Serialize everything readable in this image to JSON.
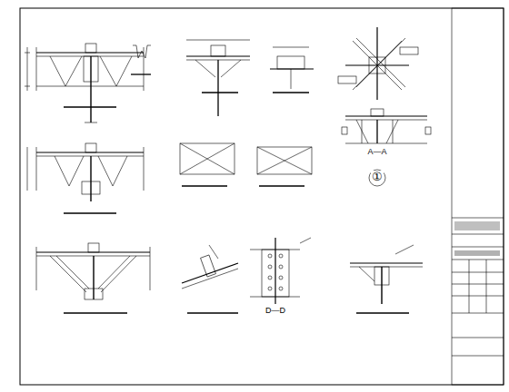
{
  "diagram": {
    "labels": [
      "A—A",
      "①",
      "D—D"
    ]
  }
}
